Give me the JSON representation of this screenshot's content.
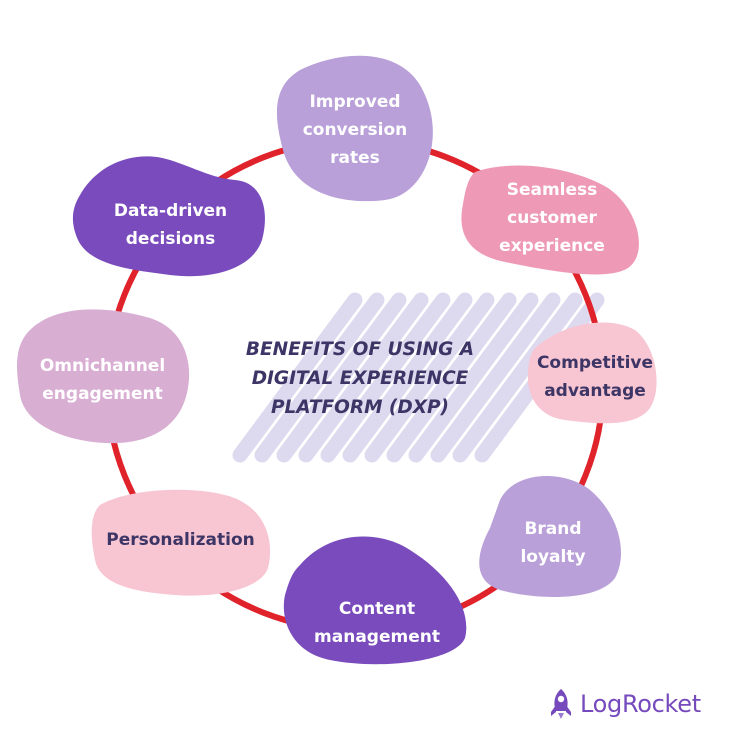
{
  "title": "BENEFITS OF USING A\nDIGITAL EXPERIENCE\nPLATFORM (DXP)",
  "colors": {
    "ring": "#e0232b",
    "lavender": "#b9a0d9",
    "pink": "#ee9ab6",
    "light_pink": "#f8c6d2",
    "purple": "#7a4bbd",
    "mauve": "#d9aed3",
    "title_text": "#3c3566",
    "scribble": "#ddd9ee",
    "logo": "#764abc"
  },
  "benefits": [
    {
      "label": "Improved\nconversion\nrates",
      "color": "lavender",
      "text_color": "#ffffff"
    },
    {
      "label": "Seamless\ncustomer\nexperience",
      "color": "pink",
      "text_color": "#ffffff"
    },
    {
      "label": "Competitive\nadvantage",
      "color": "light_pink",
      "text_color": "#3c3566"
    },
    {
      "label": "Brand\nloyalty",
      "color": "lavender",
      "text_color": "#ffffff"
    },
    {
      "label": "Content\nmanagement",
      "color": "purple",
      "text_color": "#ffffff"
    },
    {
      "label": "Personalization",
      "color": "light_pink",
      "text_color": "#3c3566"
    },
    {
      "label": "Omnichannel\nengagement",
      "color": "mauve",
      "text_color": "#ffffff"
    },
    {
      "label": "Data-driven\ndecisions",
      "color": "purple",
      "text_color": "#ffffff"
    }
  ],
  "logo": {
    "text": "LogRocket",
    "icon": "rocket-icon"
  }
}
